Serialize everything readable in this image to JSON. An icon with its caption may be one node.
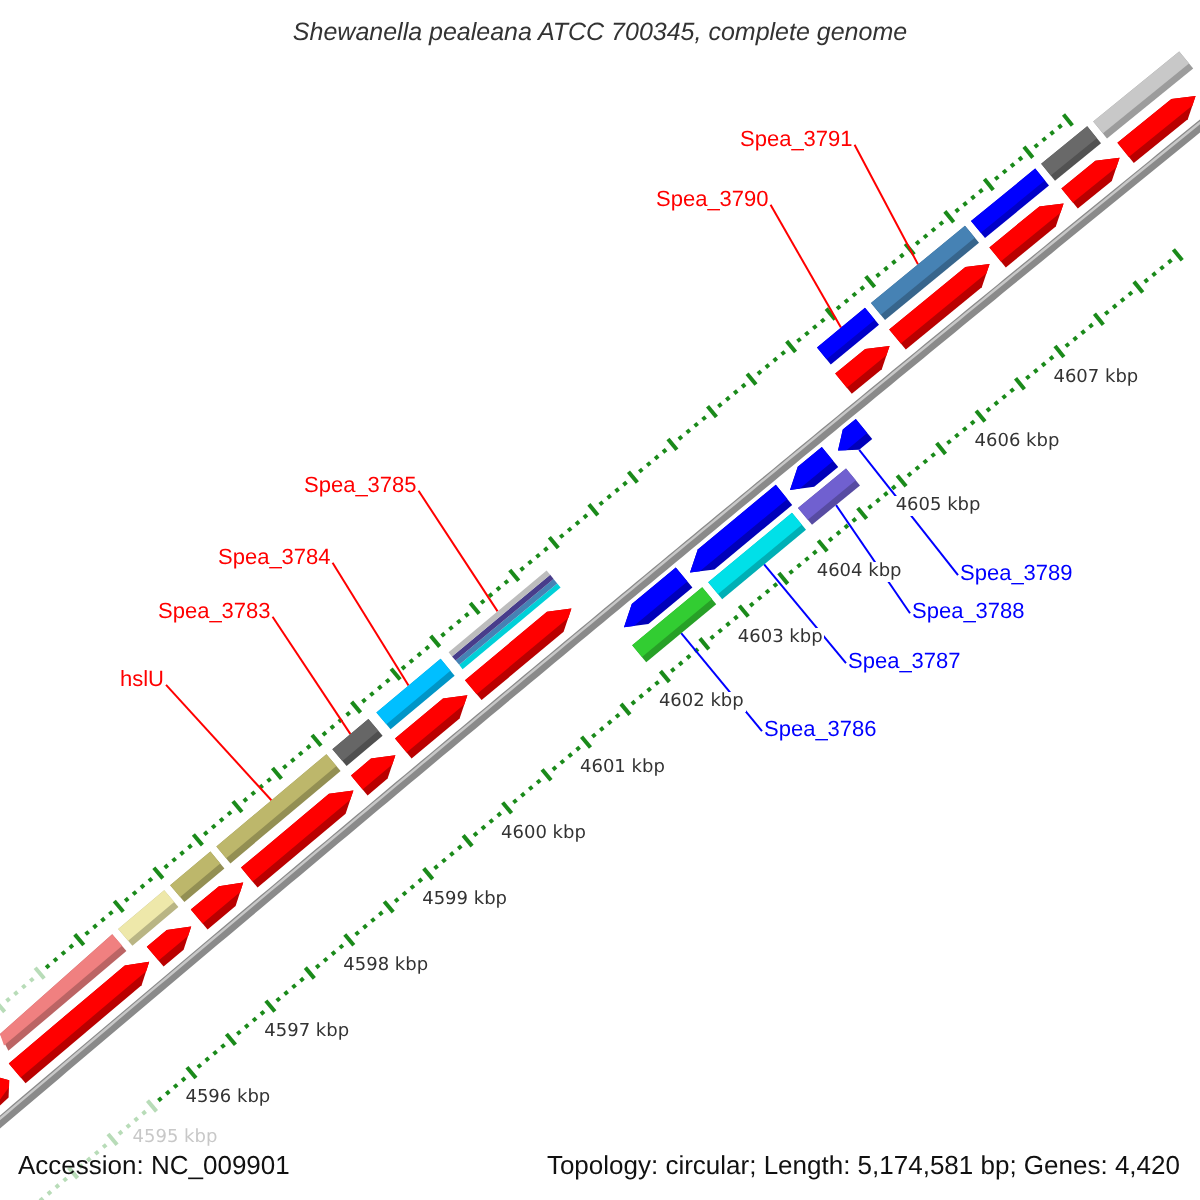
{
  "diagram": {
    "title": "Shewanella pealeana ATCC 700345, complete genome",
    "nodes": [
      {
        "text": [
          "Spea_3791"
        ]
      },
      {
        "text": [
          "Spea_3790"
        ]
      },
      {
        "text": [
          "Spea_3785"
        ]
      },
      {
        "text": [
          "Spea_3784"
        ]
      },
      {
        "text": [
          "Spea_3783"
        ]
      },
      {
        "text": [
          "hslU"
        ]
      },
      {
        "text": [
          "Spea_3789"
        ]
      },
      {
        "text": [
          "Spea_3788"
        ]
      },
      {
        "text": [
          "Spea_3787"
        ]
      },
      {
        "text": [
          "Spea_3786"
        ]
      },
      {
        "text": [],
        "shape": "bar"
      },
      {
        "text": [],
        "shape": "bar"
      },
      {
        "text": [],
        "shape": "bar"
      },
      {
        "text": [],
        "shape": "bar"
      },
      {
        "text": [],
        "shape": "bar"
      },
      {
        "text": [],
        "shape": "bar"
      },
      {
        "text": [],
        "shape": "bar"
      },
      {
        "text": [],
        "shape": "bar"
      },
      {
        "text": [],
        "shape": "bar"
      },
      {
        "text": [],
        "shape": "bar"
      },
      {
        "text": [],
        "shape": "bar"
      },
      {
        "text": [],
        "shape": "bar"
      },
      {
        "text": [],
        "shape": "arrow"
      },
      {
        "text": [],
        "shape": "arrow"
      },
      {
        "text": [],
        "shape": "arrow"
      },
      {
        "text": [],
        "shape": "arrow"
      },
      {
        "text": [],
        "shape": "arrow"
      },
      {
        "text": [],
        "shape": "arrow"
      },
      {
        "text": [],
        "shape": "arrow"
      },
      {
        "text": [],
        "shape": "arrow"
      },
      {
        "text": [],
        "shape": "arrow"
      },
      {
        "text": [],
        "shape": "arrow"
      },
      {
        "text": [],
        "shape": "arrow"
      },
      {
        "text": [],
        "shape": "arrow"
      },
      {
        "text": [],
        "shape": "arrow"
      },
      {
        "text": [],
        "shape": "arrow"
      },
      {
        "text": [],
        "shape": "arrow"
      },
      {
        "text": [],
        "shape": "arrow"
      },
      {
        "text": [],
        "shape": "arrow"
      },
      {
        "text": [],
        "shape": "bar"
      },
      {
        "text": [],
        "shape": "bar"
      },
      {
        "text": [],
        "shape": "bar"
      }
    ],
    "edges": [
      {
        "from": 0,
        "to": 18,
        "arrow": "none"
      },
      {
        "from": 1,
        "to": 17,
        "arrow": "none"
      },
      {
        "from": 2,
        "to": 16,
        "arrow": "none"
      },
      {
        "from": 3,
        "to": 15,
        "arrow": "none"
      },
      {
        "from": 4,
        "to": 14,
        "arrow": "none"
      },
      {
        "from": 5,
        "to": 13,
        "arrow": "none"
      },
      {
        "from": 6,
        "to": 38,
        "arrow": "none",
        "color": "#0000ff"
      },
      {
        "from": 7,
        "to": 41,
        "arrow": "none",
        "color": "#0000ff"
      },
      {
        "from": 8,
        "to": 40,
        "arrow": "none",
        "color": "#0000ff"
      },
      {
        "from": 9,
        "to": 39,
        "arrow": "none",
        "color": "#0000ff"
      }
    ],
    "labels": [
      "4607 kbp",
      "4606 kbp",
      "4605 kbp",
      "4604 kbp",
      "4603 kbp",
      "4602 kbp",
      "4601 kbp",
      "4600 kbp",
      "4599 kbp",
      "4598 kbp",
      "4597 kbp",
      "4596 kbp",
      "4595 kbp",
      "Accession: NC_009901",
      "Topology: circular; Length: 5,174,581 bp; Genes: 4,420"
    ]
  }
}
